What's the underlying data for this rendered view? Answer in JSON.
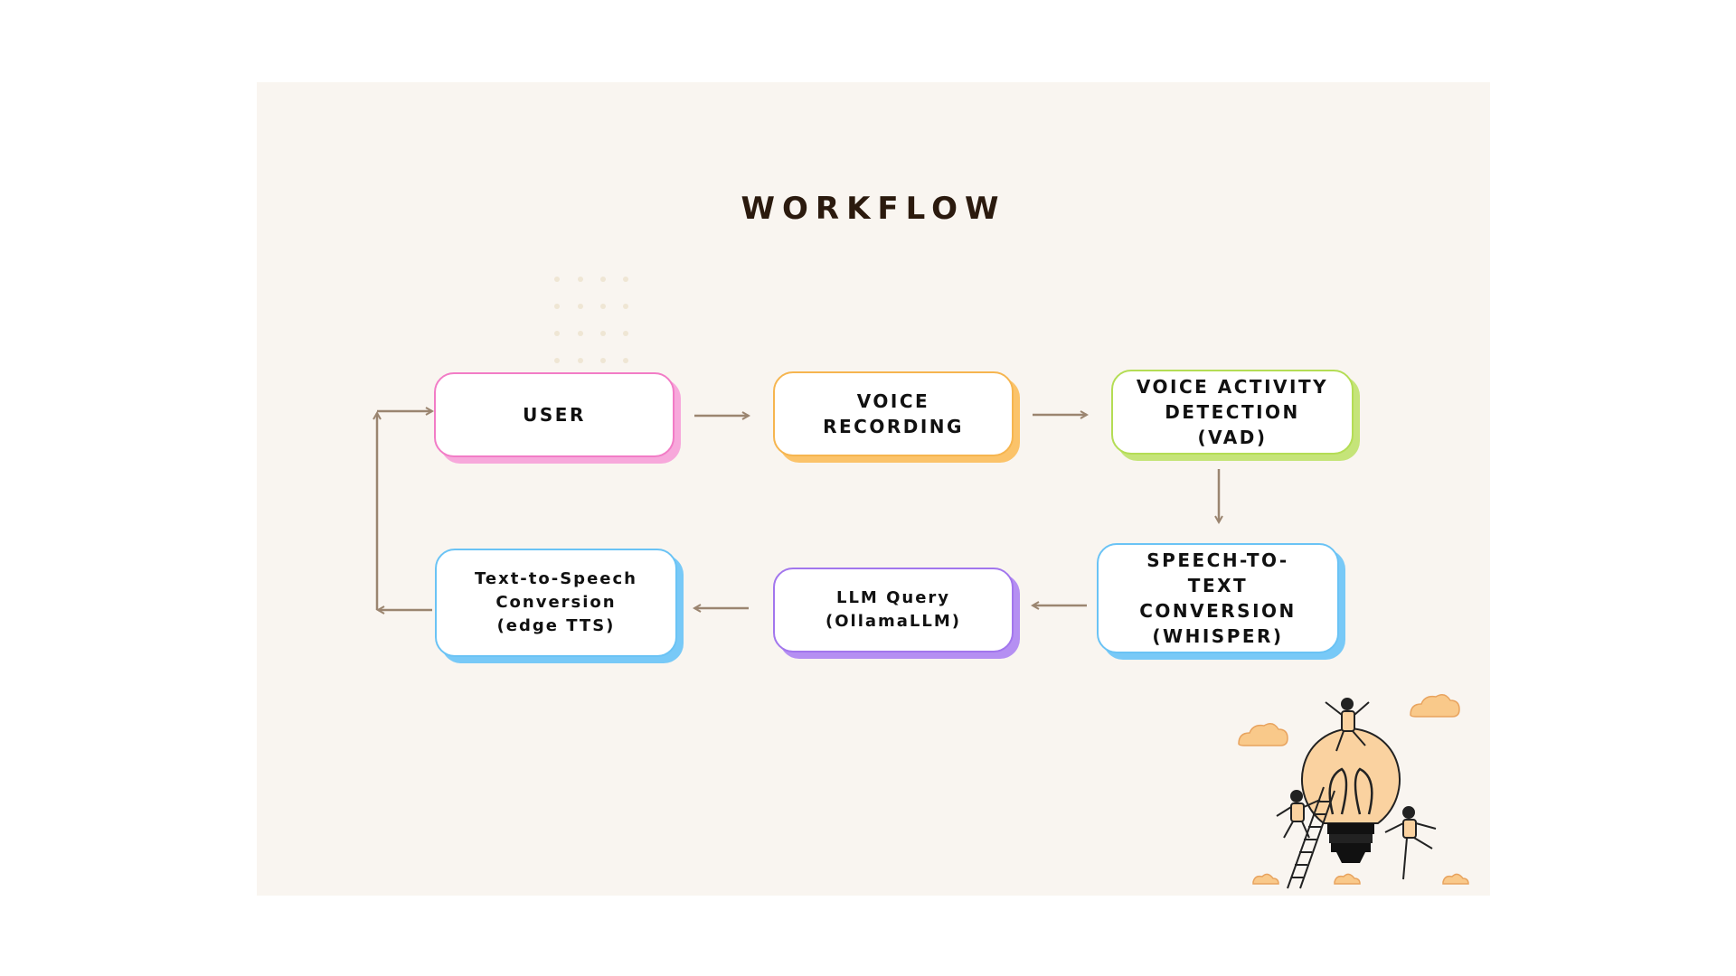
{
  "diagram": {
    "title": "WORKFLOW",
    "nodes": [
      {
        "id": "user",
        "label": "USER",
        "color": "#f27cc6",
        "shadow": "#f7a8db"
      },
      {
        "id": "voice-recording",
        "label": "VOICE\nRECORDING",
        "color": "#f6b54f",
        "shadow": "#fbc36a"
      },
      {
        "id": "vad",
        "label": "VOICE ACTIVITY\nDETECTION\n(VAD)",
        "color": "#b4dd55",
        "shadow": "#c5e479"
      },
      {
        "id": "stt",
        "label": "SPEECH-TO-\nTEXT\nCONVERSION\n(WHISPER)",
        "color": "#6ac3f5",
        "shadow": "#78c9f7"
      },
      {
        "id": "llm",
        "label": "LLM Query\n(OllamaLLM)",
        "color": "#a276ed",
        "shadow": "#b58ff2"
      },
      {
        "id": "tts",
        "label": "Text-to-Speech\nConversion\n(edge TTS)",
        "color": "#6ac3f5",
        "shadow": "#78c9f7"
      }
    ],
    "edges": [
      {
        "from": "user",
        "to": "voice-recording"
      },
      {
        "from": "voice-recording",
        "to": "vad"
      },
      {
        "from": "vad",
        "to": "stt"
      },
      {
        "from": "stt",
        "to": "llm"
      },
      {
        "from": "llm",
        "to": "tts"
      },
      {
        "from": "tts",
        "to": "user"
      }
    ],
    "arrow_color": "#9b8570",
    "illustration": "lightbulb-teamwork-illustration"
  }
}
